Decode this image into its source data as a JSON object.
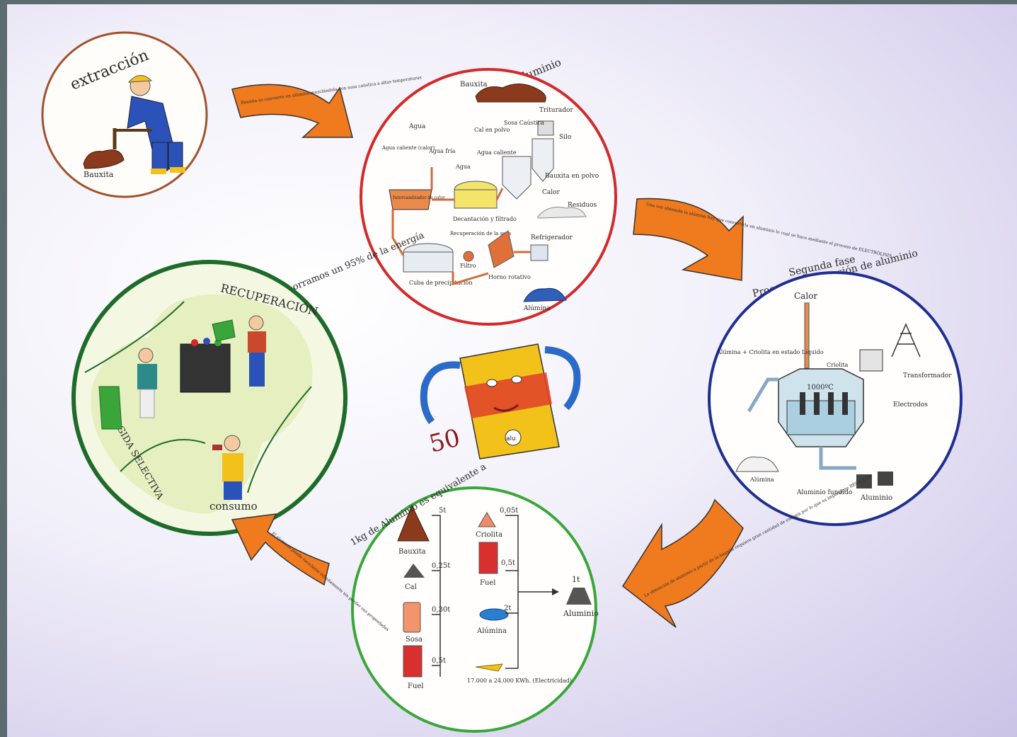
{
  "stages": {
    "extraccion": {
      "title": "extracción",
      "label": "Bauxita",
      "color": "#a0522d"
    },
    "fase1": {
      "title": "Proceso de obtención de aluminio",
      "subtitle": "Primera fase",
      "color": "#d22a2a",
      "labels": {
        "bauxita": "Bauxita",
        "triturador": "Triturador",
        "silo": "Silo",
        "cal": "Cal en polvo",
        "sosa": "Sosa Caústica",
        "agua": "Agua",
        "agua_caliente_left": "Agua caliente (calor)",
        "agua_fria": "Agua fría",
        "agua2": "Agua",
        "agua_caliente": "Agua caliente",
        "bauxita_polvo": "Bauxita en polvo",
        "calor": "Calor",
        "intercambiador": "Intercambiador de calor",
        "decantacion": "Decantación y filtrado",
        "residuos": "Residuos",
        "recuperacion": "Recuperación de la sosa",
        "refrigerador": "Refrigerador",
        "filtro": "Filtro",
        "cuba": "Cuba de precipitación",
        "horno": "Horno rotativo",
        "alumina": "Alúmina"
      }
    },
    "fase2": {
      "title": "Proceso de obtención de aluminio",
      "subtitle": "Segunda fase",
      "color": "#1f2f8f",
      "labels": {
        "calor": "Calor",
        "alumina_criolita": "Alúmina + Criolita en estado Líquido",
        "criolita": "Criolita",
        "transformador": "Transformador",
        "temp": "1000ºC",
        "electrodos": "Electrodos",
        "alumina": "Alúmina",
        "aluminio_fundido": "Aluminio fundido",
        "aluminio": "Aluminio"
      }
    },
    "materiales": {
      "color": "#3aa63a",
      "items": [
        {
          "name": "Bauxita",
          "qty": "5t"
        },
        {
          "name": "Cal",
          "qty": "0,25t"
        },
        {
          "name": "Sosa",
          "qty": "0,30t"
        },
        {
          "name": "Fuel",
          "qty": "0,5t"
        },
        {
          "name": "Criolita",
          "qty": "0,05t"
        },
        {
          "name": "Fuel",
          "qty": "0,5t"
        },
        {
          "name": "Alúmina",
          "qty": "2t"
        }
      ],
      "electricidad": "17.000 a 24.000 KWh. (Electricidad)",
      "result_qty": "1t",
      "result_name": "Aluminio"
    },
    "reciclaje": {
      "title": "Aluminio reciclado como materia Prima - ahorramos un 95% de la energía",
      "recuperacion": "RECUPERACIÓN",
      "recogida": "RECOGIDA SELECTIVA",
      "consumo": "consumo",
      "color": "#1e6b2a"
    }
  },
  "arrows": [
    {
      "text": "Bauxita se convierte en alúmina mezclándola con sosa caústica a altas temperaturas"
    },
    {
      "text": "Una vez obtenida la alúmina hay que convertirla en aluminio lo cual se hace mediante el proceso de ELECTRÓLISIS"
    },
    {
      "text": "La obtención de aluminio a partir de la bauxita requiere gran cantidad de energía por lo que es importante RECICLAR"
    },
    {
      "text": "El aluminio puede reciclarse infinitamente sin perder sus propiedades"
    }
  ],
  "mascot": {
    "text": "1kg de Aluminio es equivalente a",
    "number": "50",
    "badge": "alu"
  },
  "colors": {
    "arrow": "#f07a1e",
    "recycle_fill": "#dbe9a9"
  }
}
